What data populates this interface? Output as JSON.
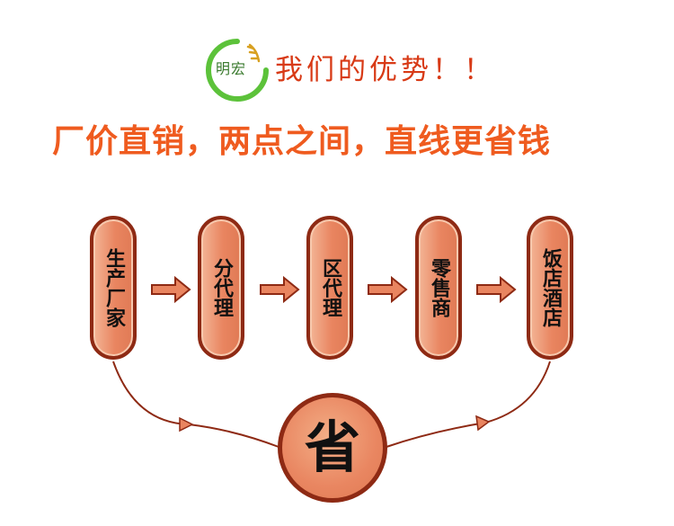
{
  "logo": {
    "text": "明宏"
  },
  "slogan": "我们的优势！！",
  "headline": "厂价直销，两点之间，直线更省钱",
  "chain": [
    {
      "label": "生产厂家"
    },
    {
      "label": "分代理"
    },
    {
      "label": "区代理"
    },
    {
      "label": "零售商"
    },
    {
      "label": "饭店酒店"
    }
  ],
  "saving": {
    "label": "省"
  },
  "colors": {
    "headline": "#ef5b1f",
    "slogan": "#d83a16",
    "pill_fill": "#e98560",
    "pill_border": "#8e2a14",
    "curve": "#8e2a14",
    "logo_ring": "#5cc23a"
  }
}
